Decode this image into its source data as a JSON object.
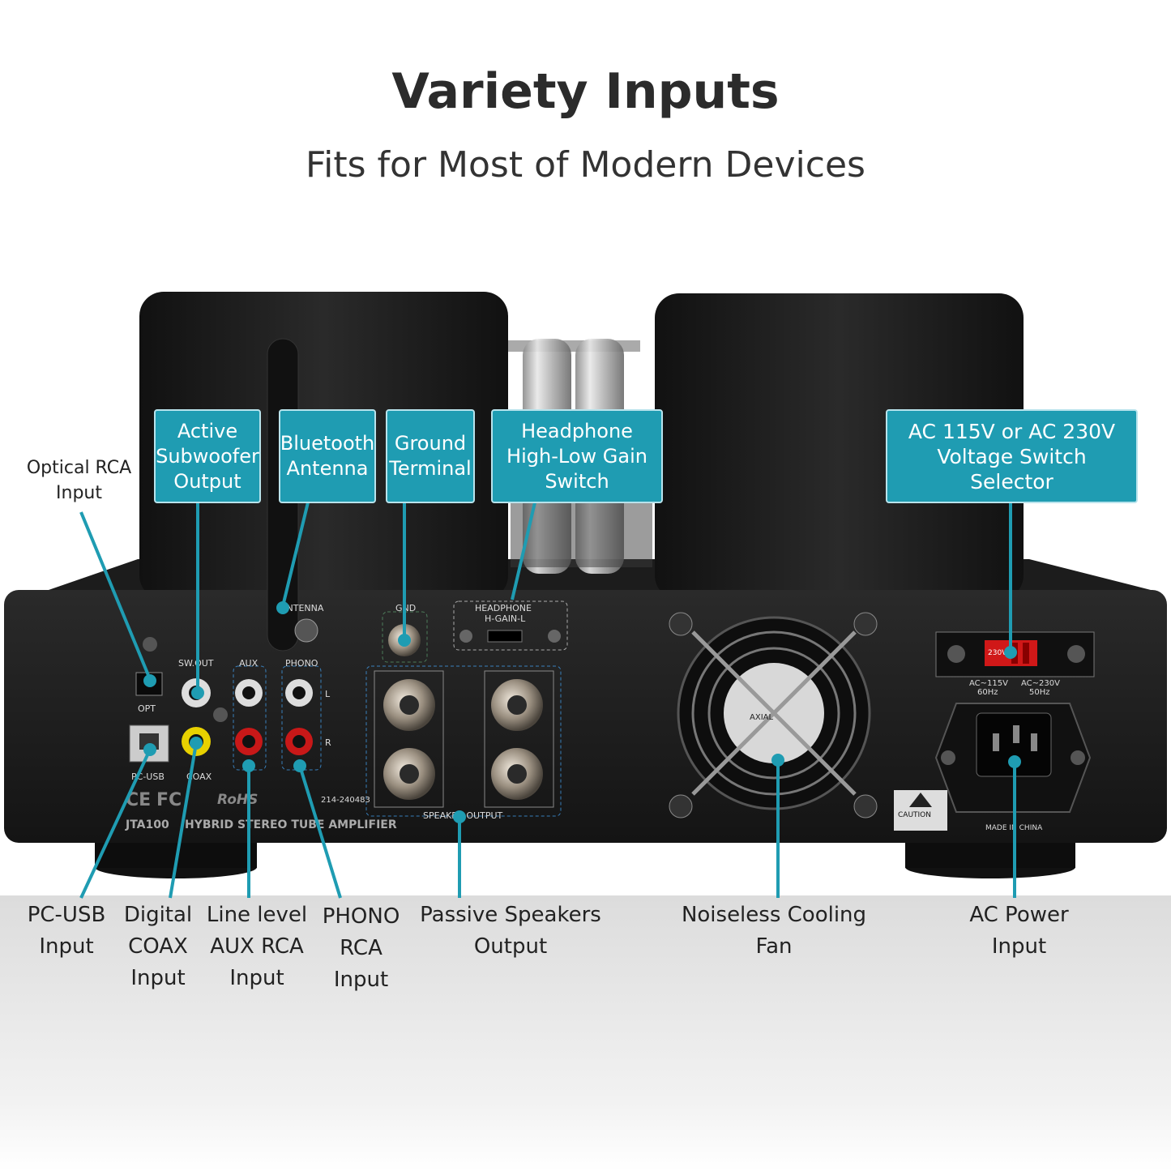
{
  "header": {
    "title": "Variety Inputs",
    "subtitle": "Fits for Most of Modern Devices"
  },
  "callouts": {
    "subwoofer": "Active\nSubwoofer\nOutput",
    "bluetooth": "Bluetooth\nAntenna",
    "ground": "Ground\nTerminal",
    "headphone": "Headphone\nHigh-Low Gain\nSwitch",
    "voltage": "AC 115V or AC 230V\nVoltage Switch\nSelector"
  },
  "labels": {
    "optical": "Optical RCA\nInput",
    "pcusb": "PC-USB\nInput",
    "coax": "Digital\nCOAX\nInput",
    "aux": "Line level\nAUX RCA\nInput",
    "phono": "PHONO\nRCA\nInput",
    "speakers": "Passive Speakers\nOutput",
    "fan": "Noiseless Cooling\nFan",
    "acpower": "AC Power\nInput"
  },
  "panel_text": {
    "antenna": "ANTENNA",
    "gnd": "GND",
    "headphone": "HEADPHONE",
    "hgain": "H-GAIN-L",
    "opt": "OPT",
    "swout": "SW.OUT",
    "aux": "AUX",
    "phono": "PHONO",
    "pcusb": "PC-USB",
    "coax": "COAX",
    "l": "L",
    "r": "R",
    "speaker_output": "SPEAKER OUTPUT",
    "model": "JTA100",
    "product": "HYBRID STEREO TUBE AMPLIFIER",
    "cert_no": "214-240483",
    "rohs": "RoHS",
    "ce": "CE",
    "fc": "FC",
    "ac115": "AC~115V",
    "hz60": "60Hz",
    "ac230": "AC~230V",
    "hz50": "50Hz",
    "switch_mark": "230V",
    "caution": "CAUTION",
    "made_in": "MADE IN CHINA",
    "fan_brand": "AXIAL"
  },
  "colors": {
    "callout_bg": "#1f9cb2",
    "leader_line": "#1f9cb2",
    "chassis": "#1a1a1a",
    "title_text": "#2b2b2b"
  }
}
